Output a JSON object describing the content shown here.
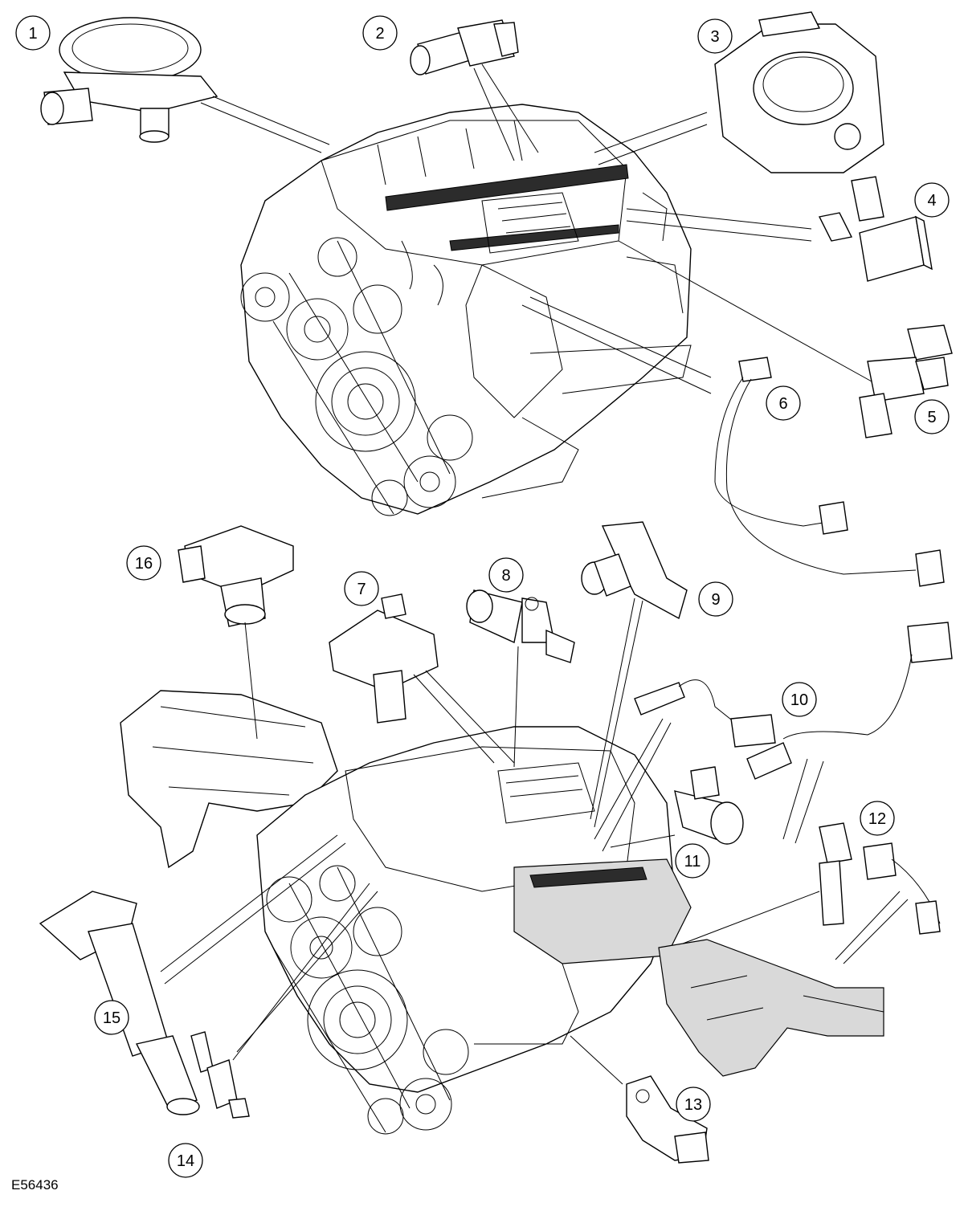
{
  "figure_code": "E56436",
  "callouts": [
    "1",
    "2",
    "3",
    "4",
    "5",
    "6",
    "7",
    "8",
    "9",
    "10",
    "11",
    "12",
    "13",
    "14",
    "15",
    "16"
  ]
}
